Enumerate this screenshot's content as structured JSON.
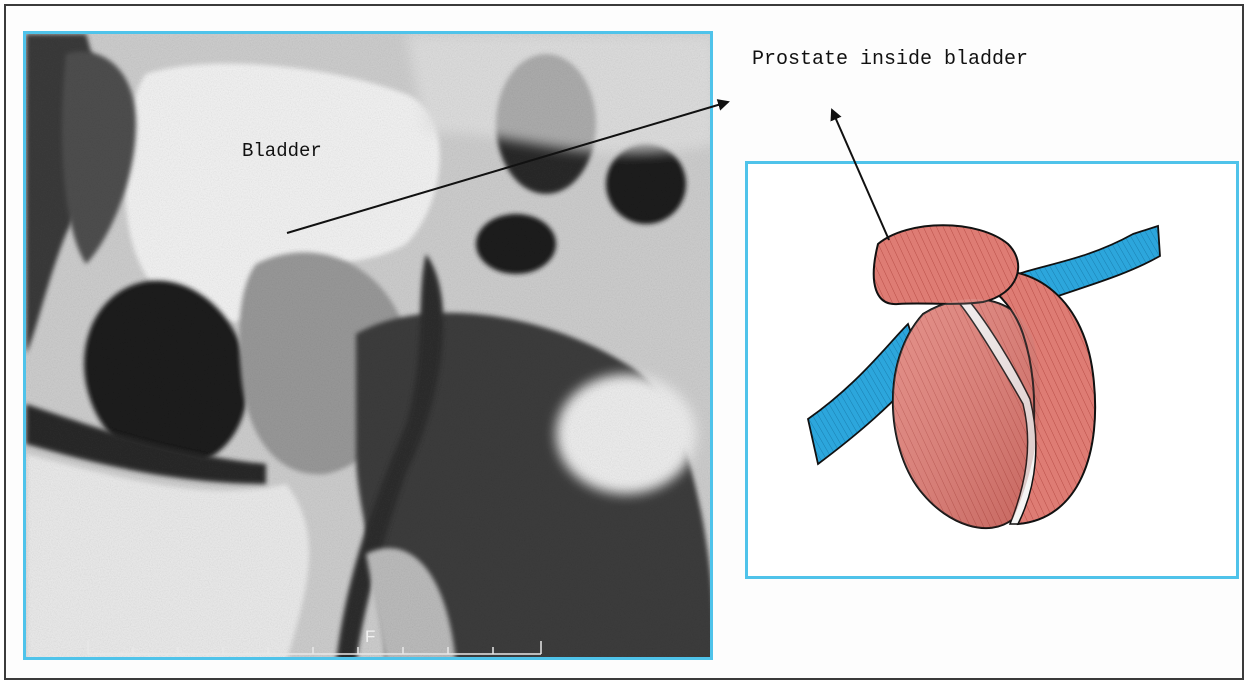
{
  "labels": {
    "bladder": "Bladder",
    "prostate_caption": "Prostate inside bladder",
    "scale_marker": "F"
  },
  "colors": {
    "panel_border": "#4fc3ea",
    "prostate_fill": "#d9726c",
    "vas_fill": "#2a9fd6",
    "arrow": "#111111"
  }
}
